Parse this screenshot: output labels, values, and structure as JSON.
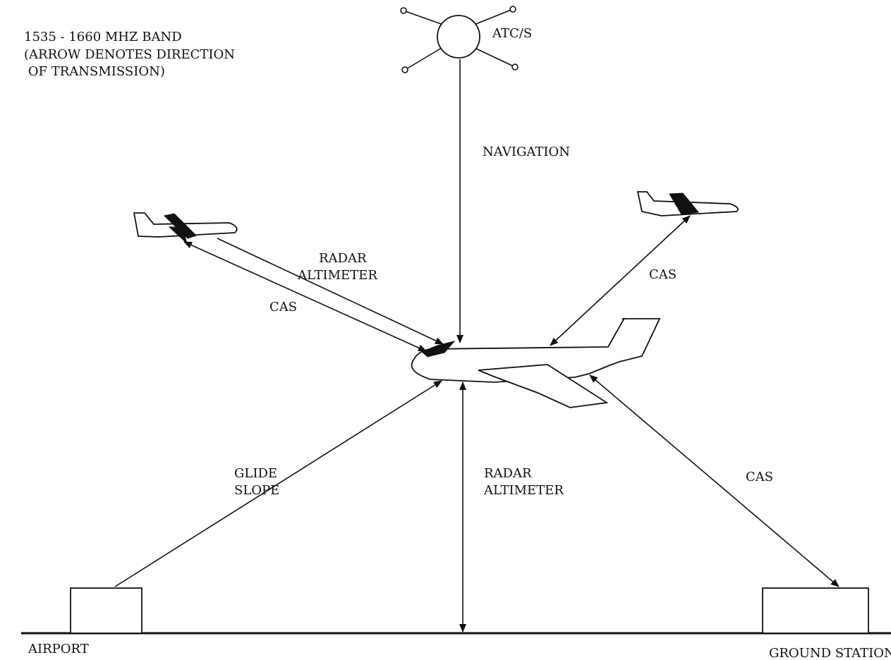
{
  "legend": {
    "line1": "1535 - 1660 MHZ BAND",
    "line2": "(ARROW DENOTES DIRECTION",
    "line3": " OF TRANSMISSION)"
  },
  "nodes": {
    "satellite": "ATC/S",
    "airport": "AIRPORT",
    "ground_station": "GROUND STATION"
  },
  "links": {
    "navigation": "NAVIGATION",
    "radar_altimeter_upper_1": "RADAR",
    "radar_altimeter_upper_2": "ALTIMETER",
    "cas_left": "CAS",
    "cas_right": "CAS",
    "glide_slope_1": "GLIDE",
    "glide_slope_2": "SLOPE",
    "radar_altimeter_lower_1": "RADAR",
    "radar_altimeter_lower_2": "ALTIMETER",
    "cas_ground": "CAS"
  },
  "colors": {
    "ink": "#111111",
    "paper": "#ffffff"
  }
}
